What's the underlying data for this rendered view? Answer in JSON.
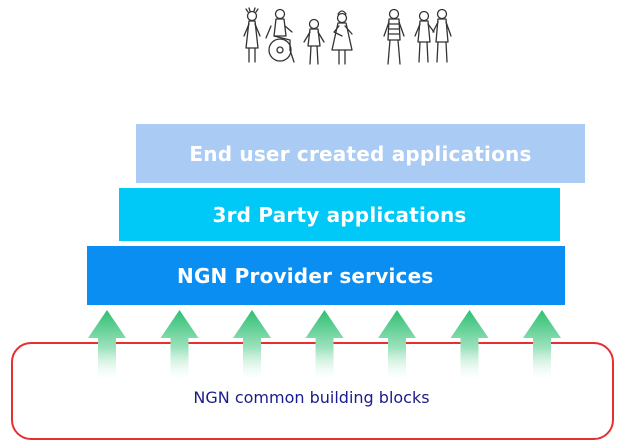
{
  "layers": {
    "end_user": "End user created applications",
    "third_party": "3rd Party applications",
    "provider": "NGN Provider services"
  },
  "base": {
    "label": "NGN common building blocks"
  },
  "arrow_count": 7,
  "colors": {
    "end_user": "#aacbf4",
    "third_party": "#00c8f7",
    "provider": "#0a8ef2",
    "arrow_top": "#2fbf72",
    "base_border": "#e53030",
    "base_text": "#1a1c8c"
  }
}
